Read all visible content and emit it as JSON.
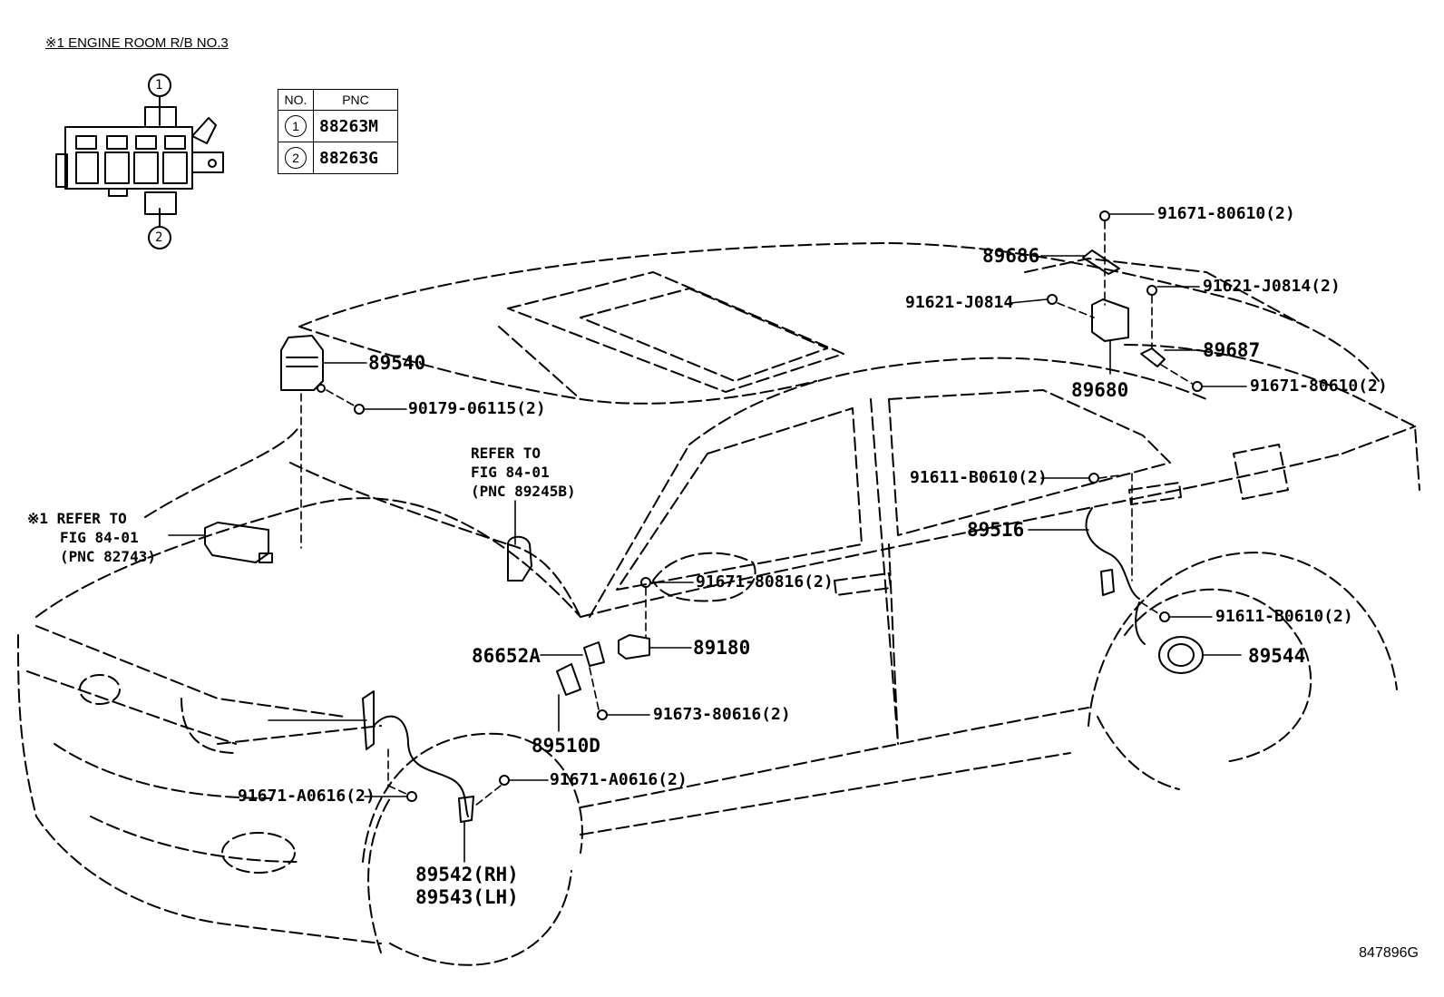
{
  "header": {
    "title": "※1 ENGINE ROOM R/B NO.3"
  },
  "connector_circles": [
    "1",
    "2"
  ],
  "pnc_table": {
    "col_no": "NO.",
    "col_pnc": "PNC",
    "rows": [
      {
        "no": "1",
        "pnc": "88263M"
      },
      {
        "no": "2",
        "pnc": "88263G"
      }
    ]
  },
  "refs": {
    "ref1": [
      "※1 REFER TO",
      "FIG 84-01",
      "(PNC 82743)"
    ],
    "ref2": [
      "REFER TO",
      "FIG 84-01",
      "(PNC 89245B)"
    ]
  },
  "parts": {
    "p89540": "89540",
    "p90179": "90179-06115(2)",
    "p91671_80610_top": "91671-80610(2)",
    "p89686": "89686",
    "p91621_left": "91621-J0814",
    "p91621_right": "91621-J0814(2)",
    "p89687": "89687",
    "p91671_80610_right": "91671-80610(2)",
    "p89680": "89680",
    "p91611_top": "91611-B0610(2)",
    "p89516": "89516",
    "p91671_80816": "91671-80816(2)",
    "p91611_bottom": "91611-B0610(2)",
    "p86652A": "86652A",
    "p89180": "89180",
    "p89544": "89544",
    "p91673": "91673-80616(2)",
    "p89510D": "89510D",
    "p91671_A0616_right": "91671-A0616(2)",
    "p91671_A0616_left": "91671-A0616(2)",
    "p89542": "89542(RH)",
    "p89543": "89543(LH)"
  },
  "figure_number": "847896G"
}
